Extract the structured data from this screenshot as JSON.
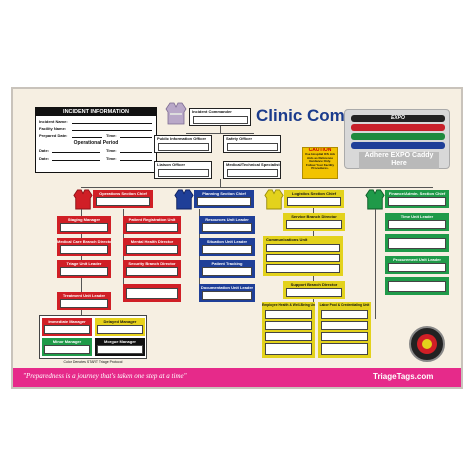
{
  "title": "Clinic Command",
  "incident_info": {
    "header": "INCIDENT INFORMATION",
    "fields": [
      "Incident Name:",
      "Facility Name:",
      "Prepared Date:",
      "Date:",
      "Date:"
    ],
    "time_labels": [
      "Time:",
      "Time:",
      "Time:"
    ],
    "operational_period": "Operational Period"
  },
  "command_staff": {
    "incident_commander": "Incident Commander",
    "public_information_officer": "Public Information Officer",
    "safety_officer": "Safety Officer",
    "liaison_officer": "Liaison Officer",
    "medical_technical_specialist": "Medical/Technical Specialist"
  },
  "caution_note": {
    "title": "CAUTION",
    "text": "Use Hospital ICS Job Aids as Reference Guidance Only. Follow Your Facility Procedures."
  },
  "marker_caddy": {
    "brand": "EXPO",
    "label": "Adhere EXPO Caddy Here"
  },
  "sections": {
    "operations": {
      "chief": "Operations Section Chief",
      "color": "#d01f26",
      "units": [
        "Staging Manager",
        "Medical Care Branch Director",
        "Triage Unit Leader",
        "Treatment Unit Leader"
      ],
      "side_units": [
        "Patient Registration Unit",
        "Mental Health Director",
        "Security Branch Director"
      ]
    },
    "planning": {
      "chief": "Planning Section Chief",
      "color": "#1f3f98",
      "units": [
        "Resources Unit Leader",
        "Situation Unit Leader",
        "Patient Tracking",
        "Documentation Unit Leader"
      ]
    },
    "logistics": {
      "chief": "Logistics Section Chief",
      "color": "#e3d21c",
      "service_branch": "Service Branch Director",
      "communications": "Communications Unit",
      "support_branch": "Support Branch Director",
      "support_units": [
        "Employee Health & Well-Being Unit",
        "Labor Pool & Credentialing Unit"
      ]
    },
    "finance": {
      "chief": "Finance/Admin. Section Chief",
      "color": "#1f9a49",
      "units": [
        "Time Unit Leader",
        "Procurement Unit Leader"
      ]
    }
  },
  "triage_grid": {
    "immediate": "Immediate Manager",
    "delayed": "Delayed Manager",
    "minor": "Minor Manager",
    "morgue": "Morgue Manager",
    "legend": "Color Denotes START Triage Protocol"
  },
  "footer": {
    "tagline": "\"Preparedness is a journey that's taken one step at a time\"",
    "website": "TriageTags.com"
  },
  "colors": {
    "footer_bar": "#e62a8a",
    "title": "#1c3c8c",
    "caution": "#f2c300"
  }
}
